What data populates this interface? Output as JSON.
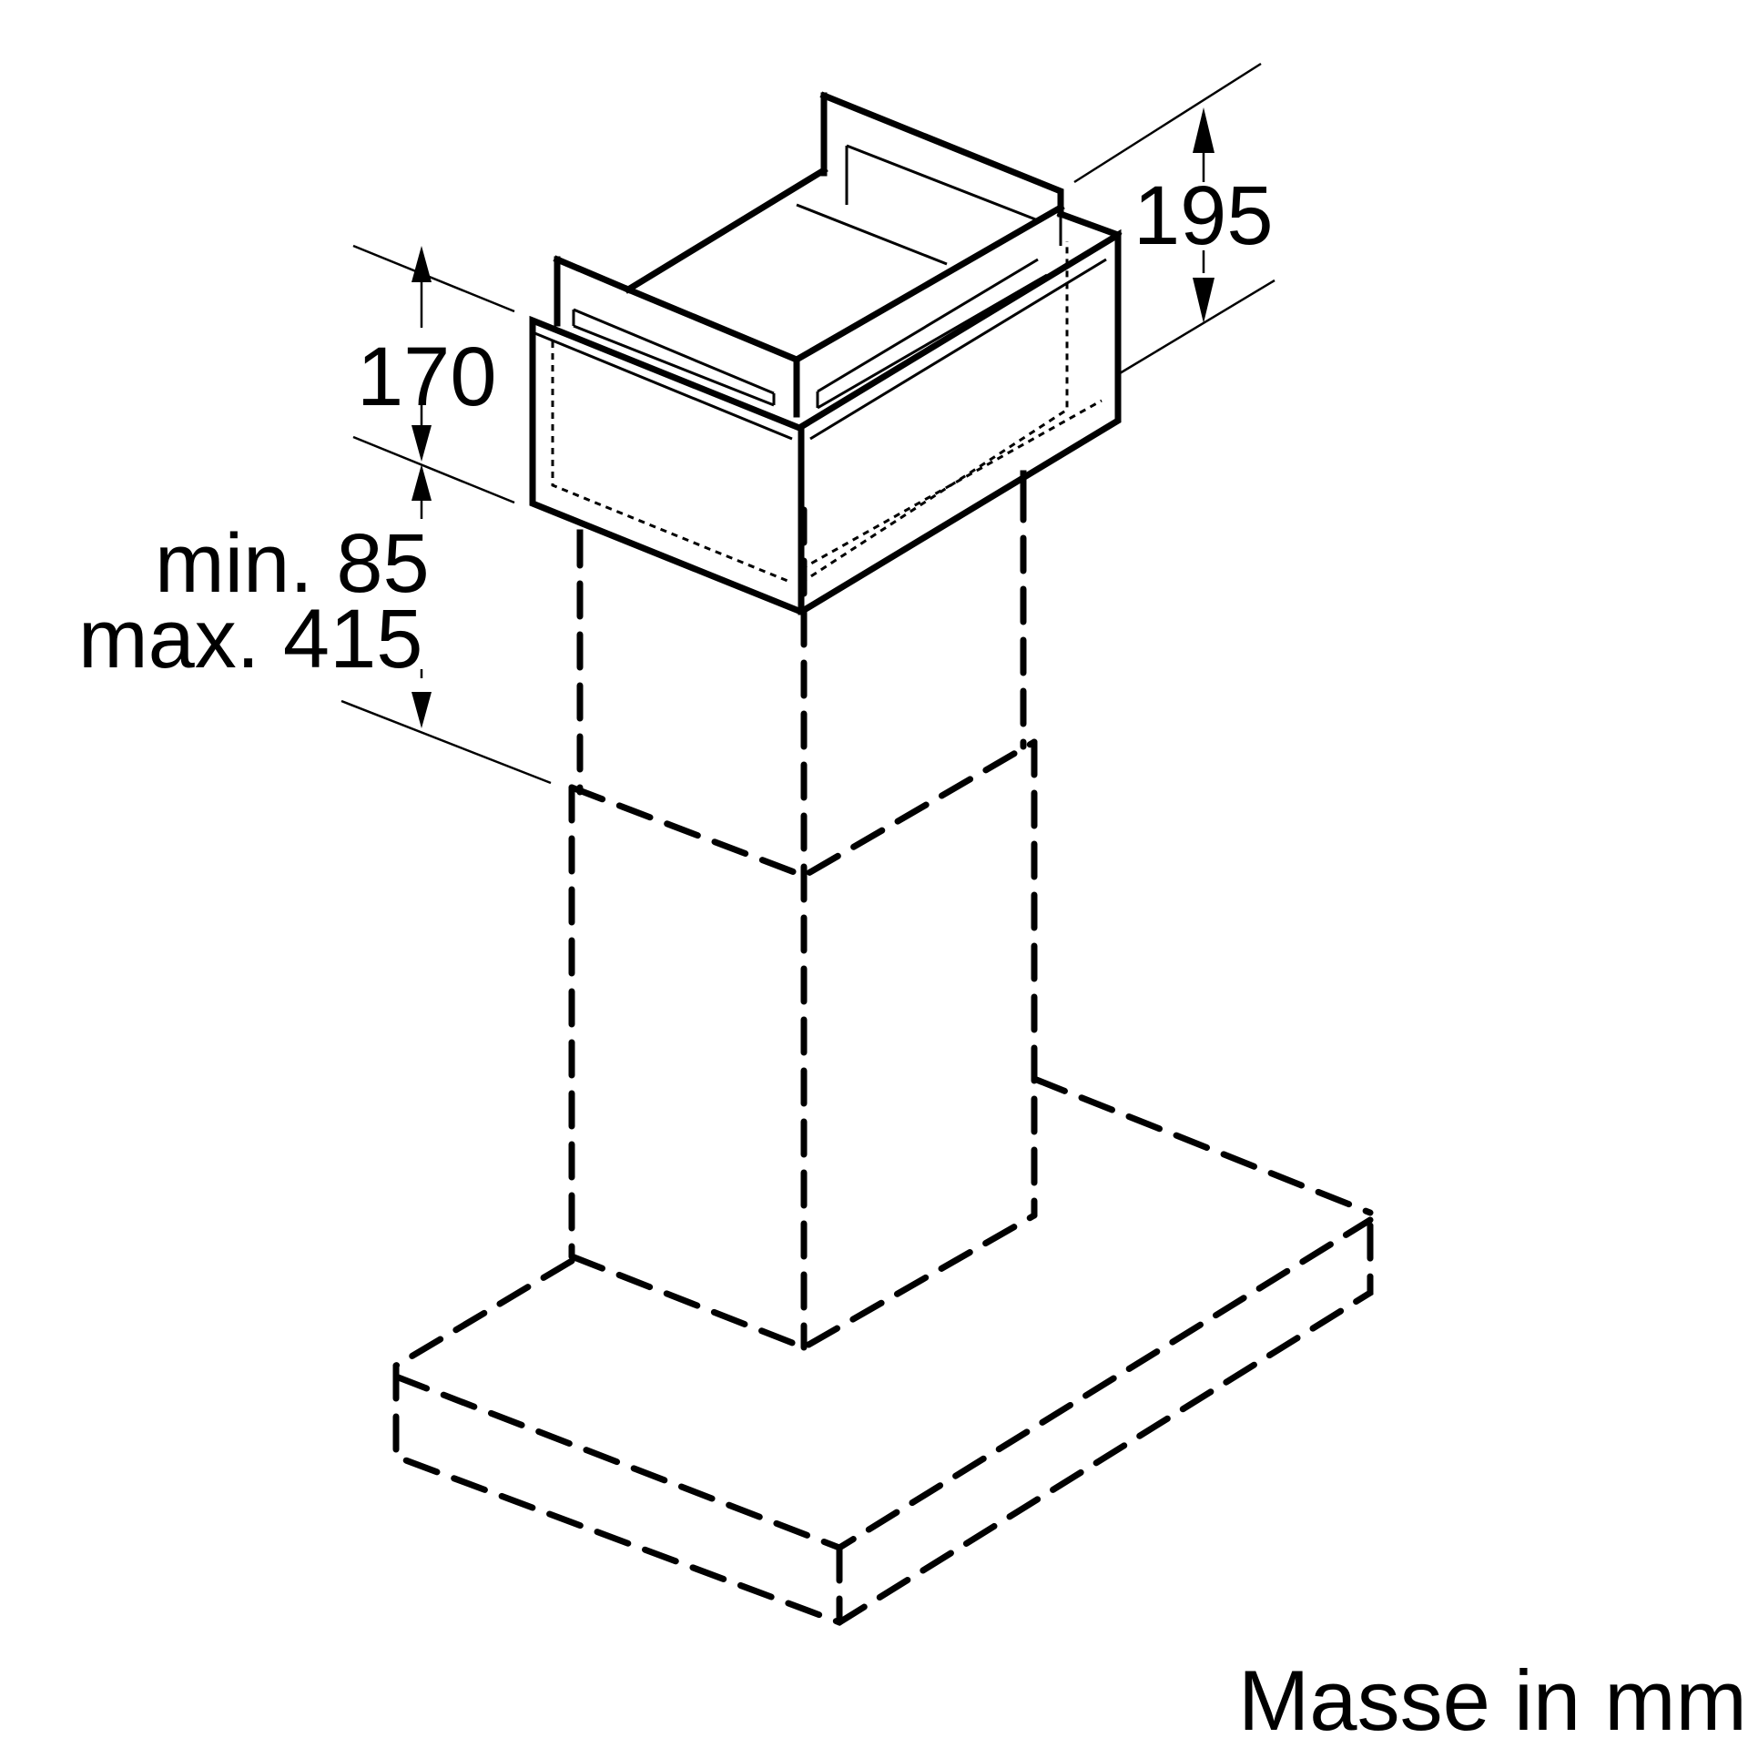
{
  "dimensions": {
    "chimney_height": "170",
    "top_extension_height": "195",
    "gap_min": "min. 85",
    "gap_max": "max. 415"
  },
  "units_label": "Masse in mm"
}
